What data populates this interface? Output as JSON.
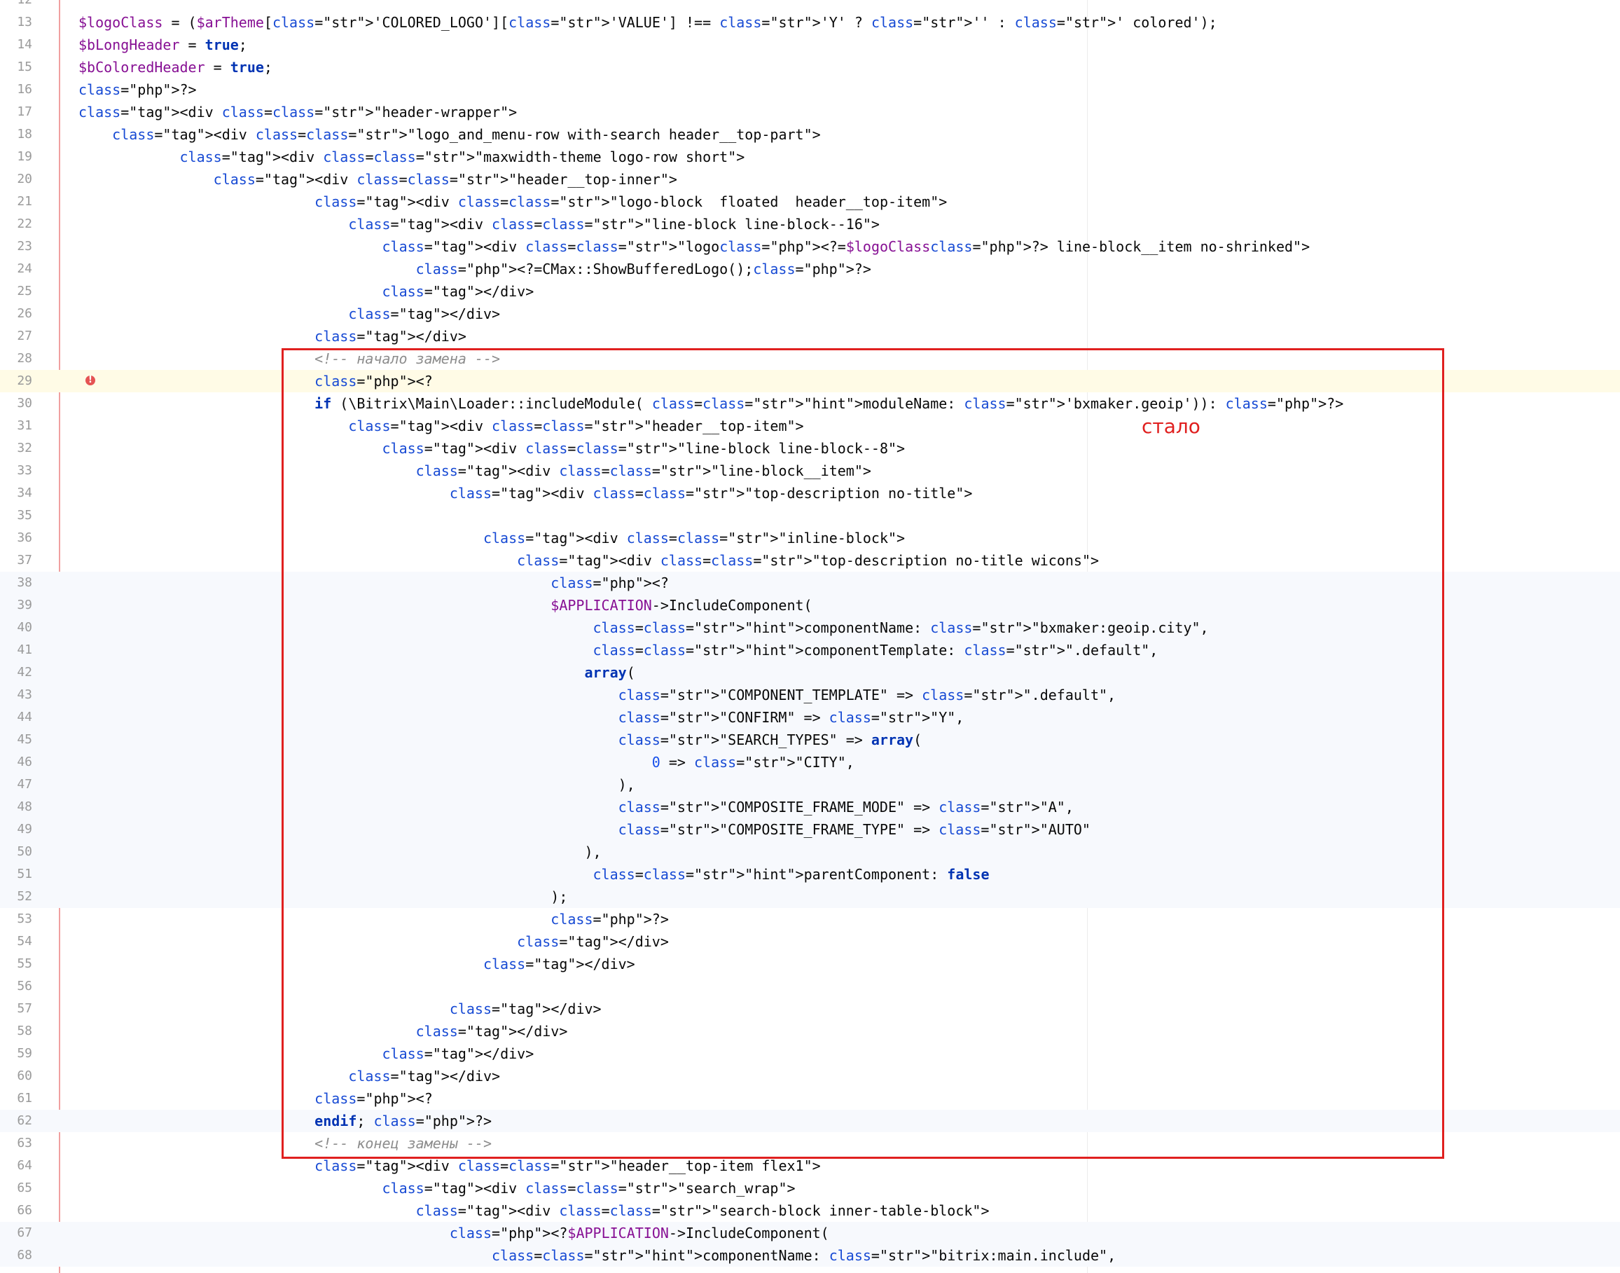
{
  "editor": {
    "annotation": {
      "label": "стало",
      "color": "#e0201f"
    },
    "lines": [
      {
        "n": "12",
        "t": ""
      },
      {
        "n": "13",
        "t": "$logoClass = ($arTheme['COLORED_LOGO']['VALUE'] !== 'Y' ? '' : ' colored');"
      },
      {
        "n": "14",
        "t": "$bLongHeader = true;"
      },
      {
        "n": "15",
        "t": "$bColoredHeader = true;"
      },
      {
        "n": "16",
        "t": "?>"
      },
      {
        "n": "17",
        "t": "<div class=\"header-wrapper\">"
      },
      {
        "n": "18",
        "t": "    <div class=\"logo_and_menu-row with-search header__top-part\">"
      },
      {
        "n": "19",
        "t": "            <div class=\"maxwidth-theme logo-row short\">"
      },
      {
        "n": "20",
        "t": "                <div class=\"header__top-inner\">"
      },
      {
        "n": "21",
        "t": "                            <div class=\"logo-block  floated  header__top-item\">"
      },
      {
        "n": "22",
        "t": "                                <div class=\"line-block line-block--16\">"
      },
      {
        "n": "23",
        "t": "                                    <div class=\"logo<?=$logoClass?> line-block__item no-shrinked\">"
      },
      {
        "n": "24",
        "t": "                                        <?=CMax::ShowBufferedLogo();?>"
      },
      {
        "n": "25",
        "t": "                                    </div>"
      },
      {
        "n": "26",
        "t": "                                </div>"
      },
      {
        "n": "27",
        "t": "                            </div>"
      },
      {
        "n": "28",
        "t": "                            <!-- начало замена -->"
      },
      {
        "n": "29",
        "t": "                            <?"
      },
      {
        "n": "30",
        "t": "                            if (\\Bitrix\\Main\\Loader::includeModule( moduleName: 'bxmaker.geoip')): ?>"
      },
      {
        "n": "31",
        "t": "                                <div class=\"header__top-item\">"
      },
      {
        "n": "32",
        "t": "                                    <div class=\"line-block line-block--8\">"
      },
      {
        "n": "33",
        "t": "                                        <div class=\"line-block__item\">"
      },
      {
        "n": "34",
        "t": "                                            <div class=\"top-description no-title\">"
      },
      {
        "n": "35",
        "t": ""
      },
      {
        "n": "36",
        "t": "                                                <div class=\"inline-block\">"
      },
      {
        "n": "37",
        "t": "                                                    <div class=\"top-description no-title wicons\">"
      },
      {
        "n": "38",
        "t": "                                                        <?"
      },
      {
        "n": "39",
        "t": "                                                        $APPLICATION->IncludeComponent("
      },
      {
        "n": "40",
        "t": "                                                             componentName: \"bxmaker:geoip.city\","
      },
      {
        "n": "41",
        "t": "                                                             componentTemplate: \".default\","
      },
      {
        "n": "42",
        "t": "                                                            array("
      },
      {
        "n": "43",
        "t": "                                                                \"COMPONENT_TEMPLATE\" => \".default\","
      },
      {
        "n": "44",
        "t": "                                                                \"CONFIRM\" => \"Y\","
      },
      {
        "n": "45",
        "t": "                                                                \"SEARCH_TYPES\" => array("
      },
      {
        "n": "46",
        "t": "                                                                    0 => \"CITY\","
      },
      {
        "n": "47",
        "t": "                                                                ),"
      },
      {
        "n": "48",
        "t": "                                                                \"COMPOSITE_FRAME_MODE\" => \"A\","
      },
      {
        "n": "49",
        "t": "                                                                \"COMPOSITE_FRAME_TYPE\" => \"AUTO\""
      },
      {
        "n": "50",
        "t": "                                                            ),"
      },
      {
        "n": "51",
        "t": "                                                             parentComponent: false"
      },
      {
        "n": "52",
        "t": "                                                        );"
      },
      {
        "n": "53",
        "t": "                                                        ?>"
      },
      {
        "n": "54",
        "t": "                                                    </div>"
      },
      {
        "n": "55",
        "t": "                                                </div>"
      },
      {
        "n": "56",
        "t": ""
      },
      {
        "n": "57",
        "t": "                                            </div>"
      },
      {
        "n": "58",
        "t": "                                        </div>"
      },
      {
        "n": "59",
        "t": "                                    </div>"
      },
      {
        "n": "60",
        "t": "                                </div>"
      },
      {
        "n": "61",
        "t": "                            <?"
      },
      {
        "n": "62",
        "t": "                            endif; ?>"
      },
      {
        "n": "63",
        "t": "                            <!-- конец замены -->"
      },
      {
        "n": "64",
        "t": "                            <div class=\"header__top-item flex1\">"
      },
      {
        "n": "65",
        "t": "                                    <div class=\"search_wrap\">"
      },
      {
        "n": "66",
        "t": "                                        <div class=\"search-block inner-table-block\">"
      },
      {
        "n": "67",
        "t": "                                            <?$APPLICATION->IncludeComponent("
      },
      {
        "n": "68",
        "t": "                                                 componentName: \"bitrix:main.include\","
      }
    ]
  }
}
